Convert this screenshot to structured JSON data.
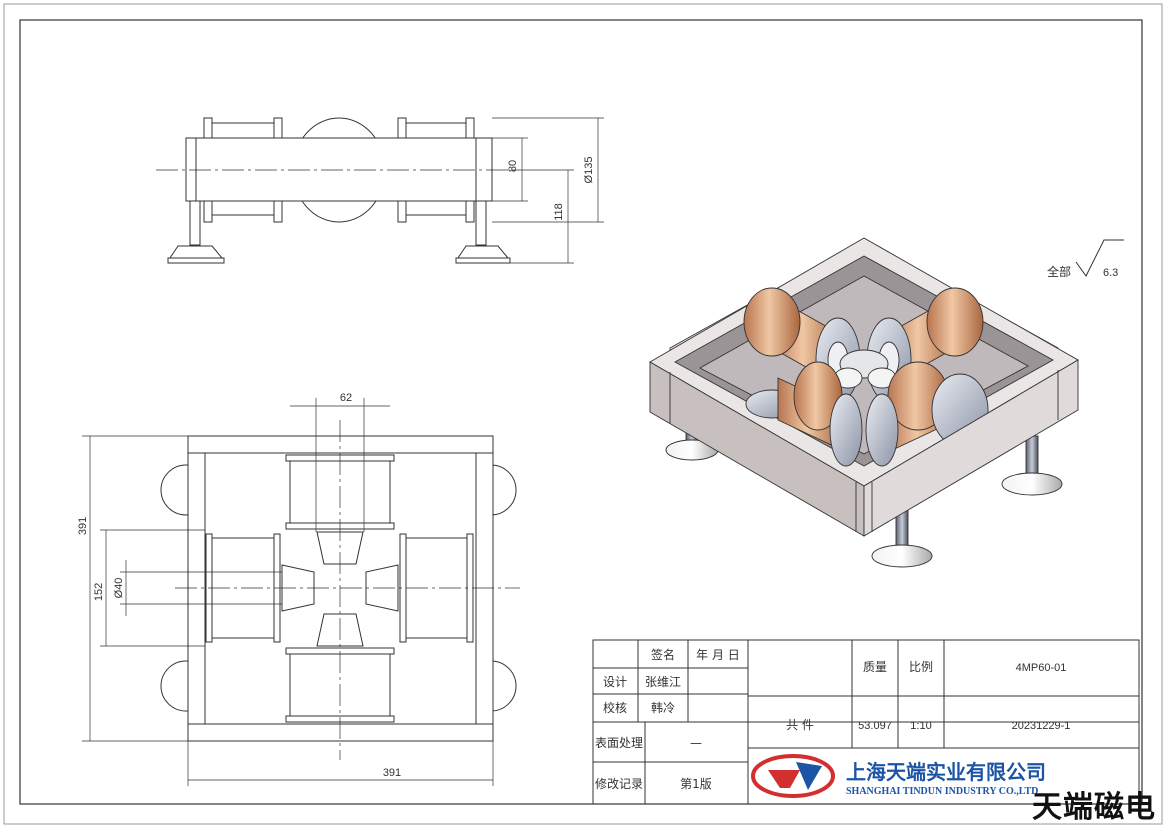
{
  "dimensions": {
    "front_80": "80",
    "front_118": "118",
    "front_dia135": "Ø135",
    "top_62": "62",
    "top_391_vertical": "391",
    "top_152": "152",
    "top_dia40": "Ø40",
    "top_391_horizontal": "391"
  },
  "surface_finish": {
    "label": "全部",
    "value": "6.3"
  },
  "title_block": {
    "header_sign": "签名",
    "header_date": "年 月 日",
    "design_label": "设计",
    "designer": "张维江",
    "check_label": "校核",
    "checker": "韩冷",
    "surface_treatment_label": "表面处理",
    "surface_treatment_value": "—",
    "revision_label": "修改记录",
    "revision_value": "第1版",
    "mass_label": "质量",
    "scale_label": "比例",
    "drawing_no": "4MP60-01",
    "total_label": "共 件",
    "mass_value": "53.097",
    "scale_value": "1:10",
    "date_code": "20231229-1",
    "company_cn": "上海天端实业有限公司",
    "company_en": "SHANGHAI TINDUN INDUSTRY CO.,LTD"
  },
  "watermark": "天端磁电",
  "colors": {
    "line": "#333333",
    "coil_copper": "#c98a5e",
    "coil_highlight": "#f0c7a4",
    "frame_side": "#cfc9c8",
    "frame_top": "#ebe6e6",
    "logo_red": "#d32f2f",
    "logo_blue": "#1c54a6"
  }
}
